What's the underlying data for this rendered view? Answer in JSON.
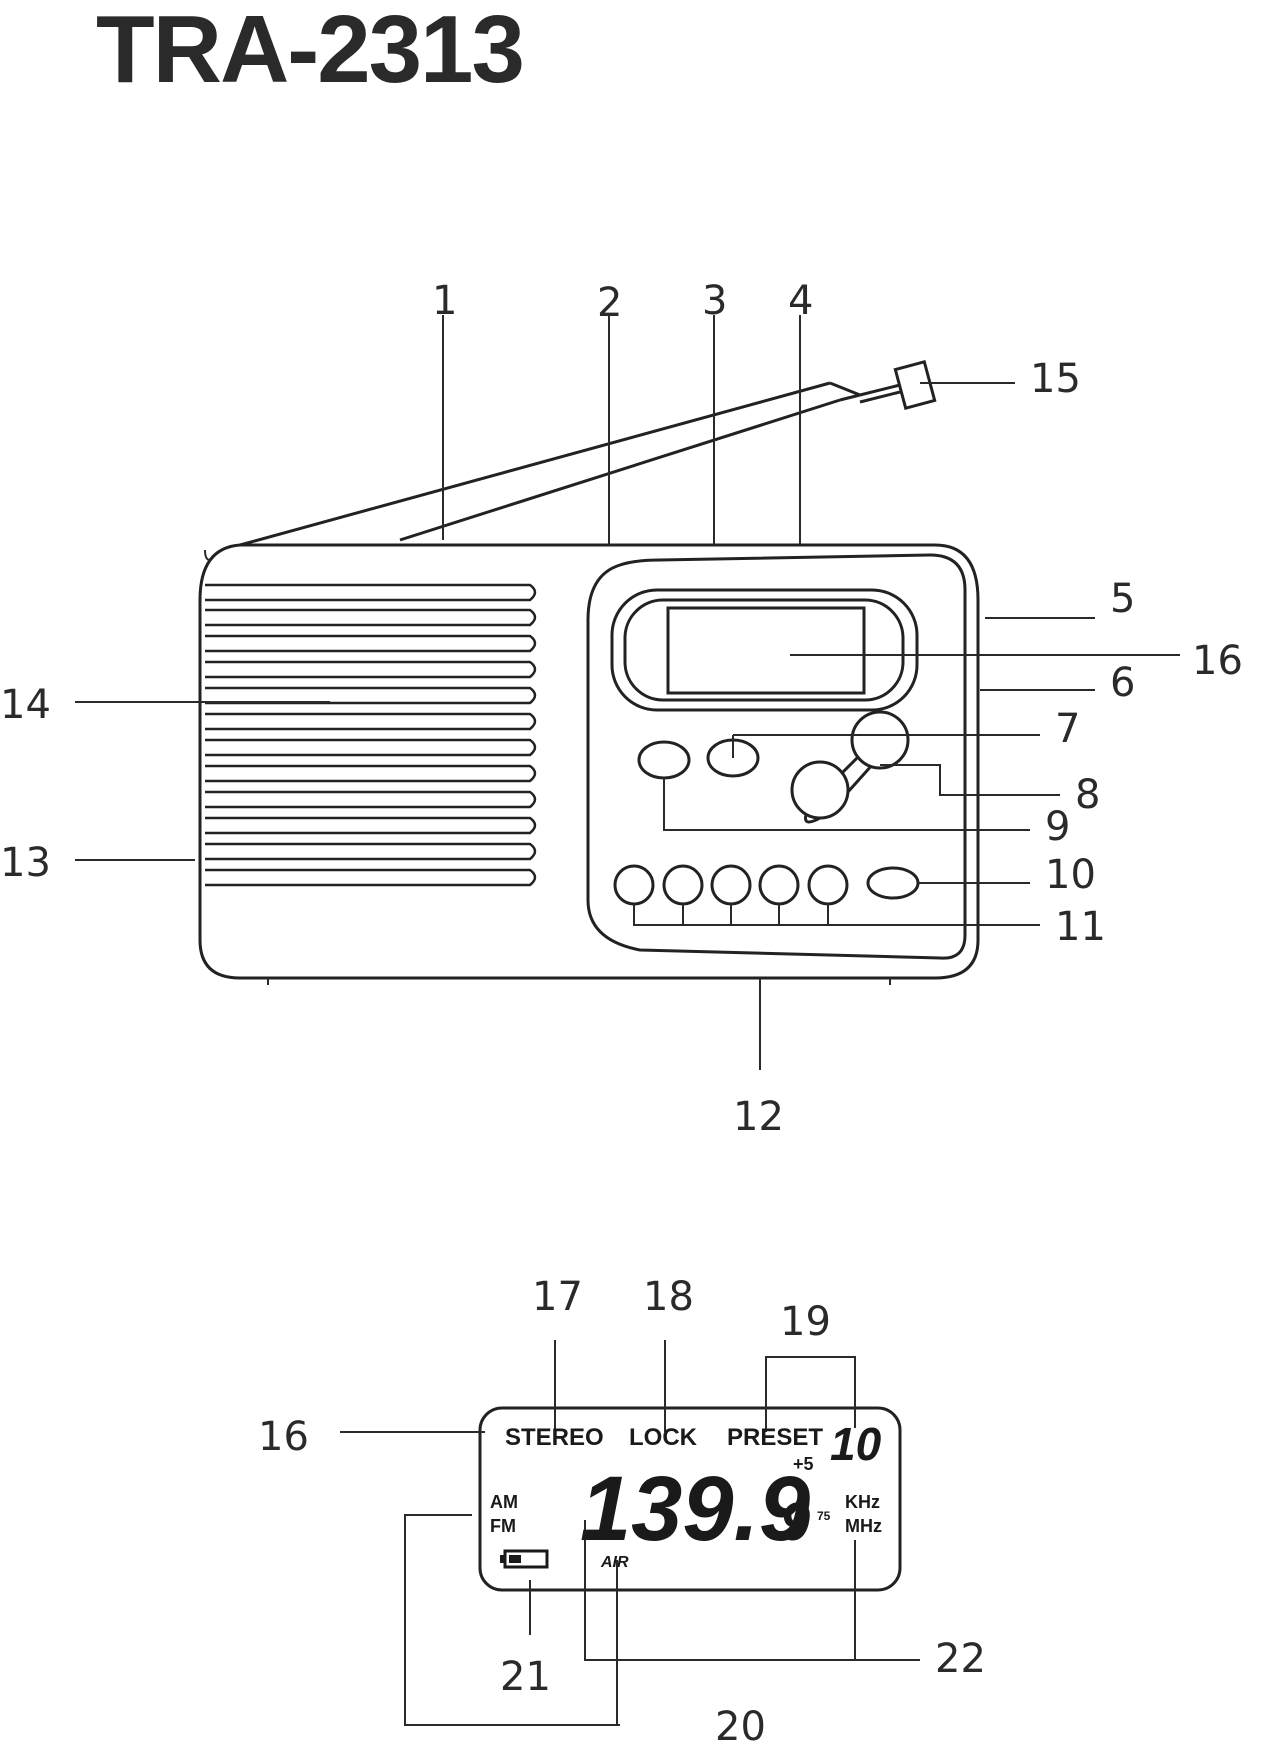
{
  "title": "TRA-2313",
  "callouts": {
    "n1": "1",
    "n2": "2",
    "n3": "3",
    "n4": "4",
    "n5": "5",
    "n6": "6",
    "n7": "7",
    "n8": "8",
    "n9": "9",
    "n10": "10",
    "n11": "11",
    "n12": "12",
    "n13": "13",
    "n14": "14",
    "n15": "15",
    "n16a": "16",
    "n16b": "16",
    "n17": "17",
    "n18": "18",
    "n19": "19",
    "n20": "20",
    "n21": "21",
    "n22": "22"
  },
  "lcd": {
    "stereo": "STEREO",
    "lock": "LOCK",
    "preset": "PRESET",
    "preset_number": "10",
    "preset_offset": "+5",
    "frequency": "139.9",
    "frequency_small_digit": "9",
    "small_digits": "75",
    "khz": "KHz",
    "mhz": "MHz",
    "am": "AM",
    "fm": "FM",
    "air": "AIR"
  }
}
